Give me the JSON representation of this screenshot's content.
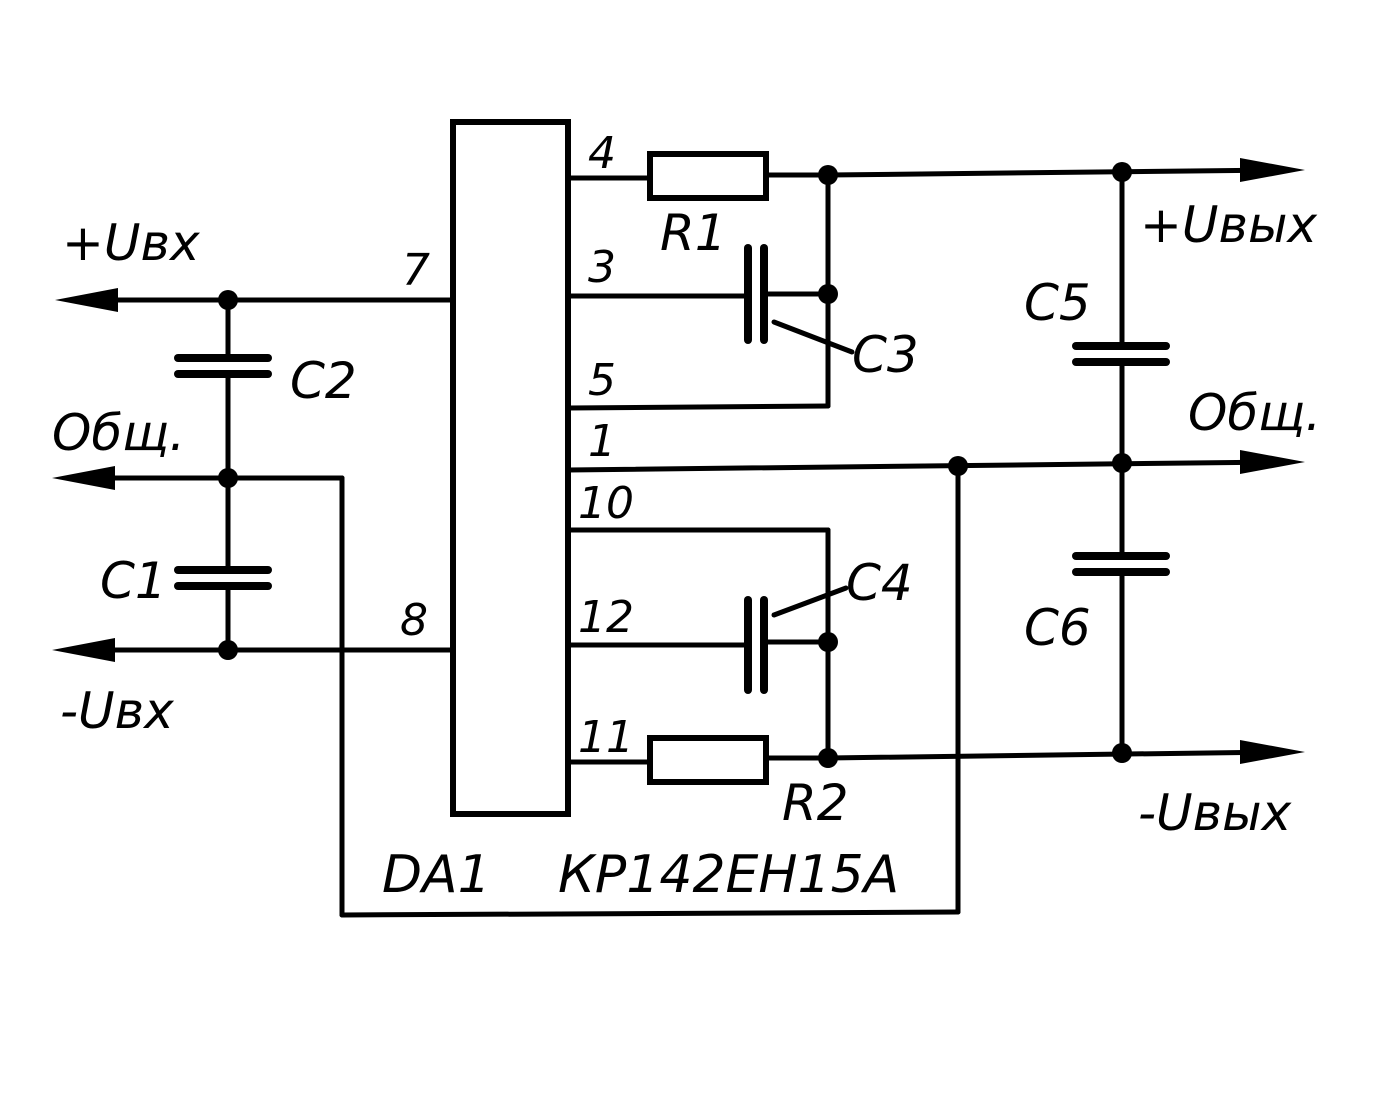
{
  "ic": {
    "designator": "DA1",
    "part": "КР142ЕН15А"
  },
  "pins": {
    "p7": "7",
    "p8": "8",
    "p4": "4",
    "p3": "3",
    "p5": "5",
    "p1": "1",
    "p10": "10",
    "p12": "12",
    "p11": "11"
  },
  "components": {
    "r1": "R1",
    "r2": "R2",
    "c1": "C1",
    "c2": "C2",
    "c3": "C3",
    "c4": "C4",
    "c5": "C5",
    "c6": "C6"
  },
  "terminals": {
    "vin_pos": "+Uвх",
    "vin_common": "Общ.",
    "vin_neg": "-Uвх",
    "vout_pos": "+Uвых",
    "vout_common": "Общ.",
    "vout_neg": "-Uвых"
  }
}
